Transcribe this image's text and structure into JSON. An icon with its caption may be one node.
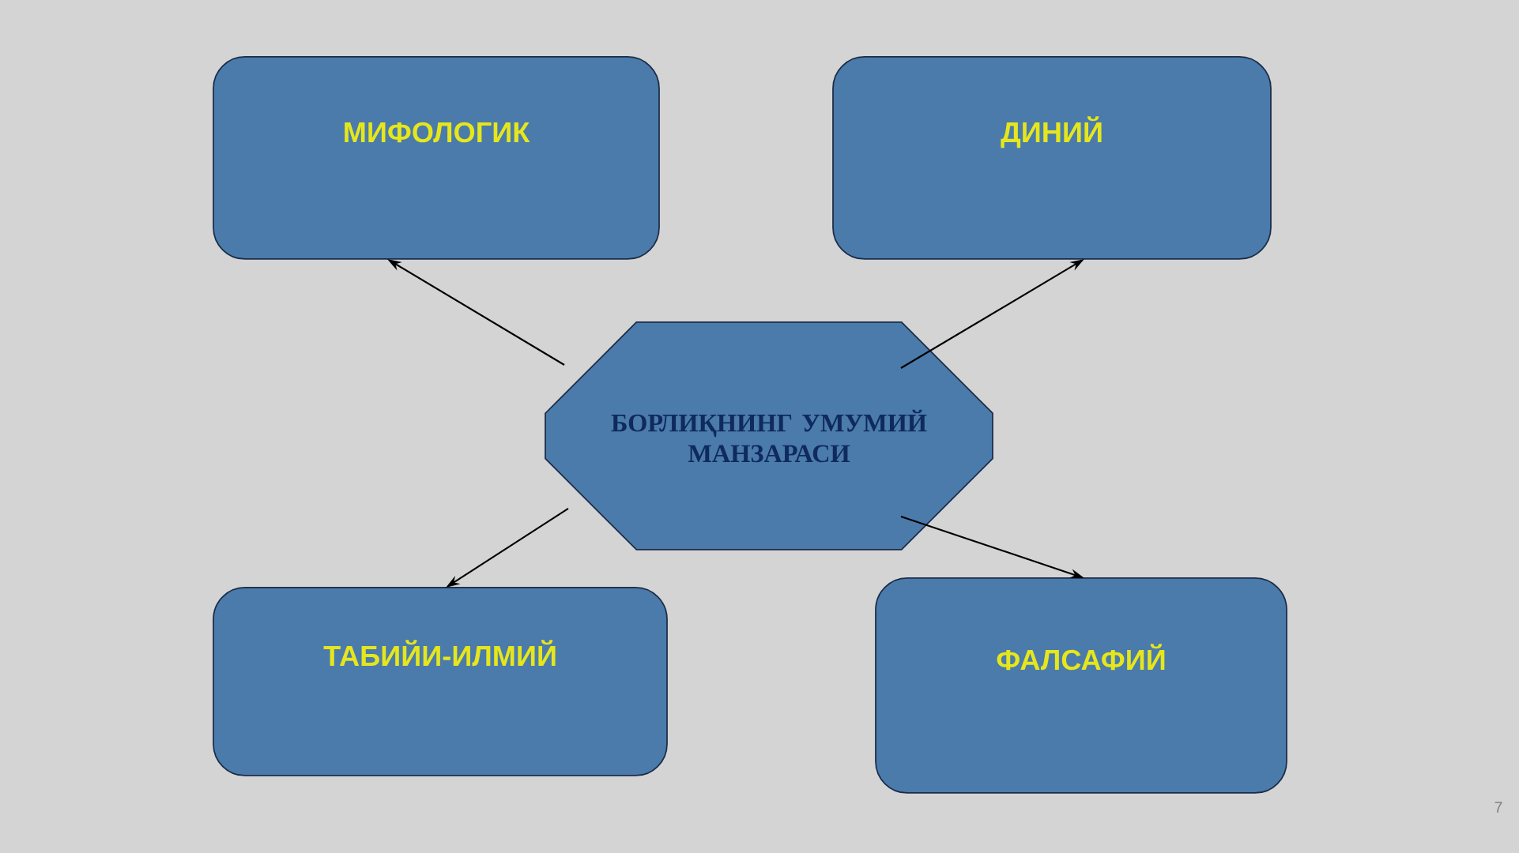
{
  "diagram": {
    "nodes": [
      {
        "text": [
          "БОРЛИҚНИНГ УМУМИЙ МАНЗАРАСИ"
        ]
      },
      {
        "text": [
          "МИФОЛОГИК"
        ]
      },
      {
        "text": [
          "ДИНИЙ"
        ]
      },
      {
        "text": [
          "ТАБИЙИ-ИЛМИЙ"
        ]
      },
      {
        "text": [
          "ФАЛСАФИЙ"
        ]
      }
    ],
    "edges": [
      {
        "from": 0,
        "to": 1,
        "arrow": "to"
      },
      {
        "from": 0,
        "to": 2,
        "arrow": "to"
      },
      {
        "from": 0,
        "to": 3,
        "arrow": "to"
      },
      {
        "from": 0,
        "to": 4,
        "arrow": "to"
      }
    ],
    "labels": [
      "7"
    ]
  }
}
